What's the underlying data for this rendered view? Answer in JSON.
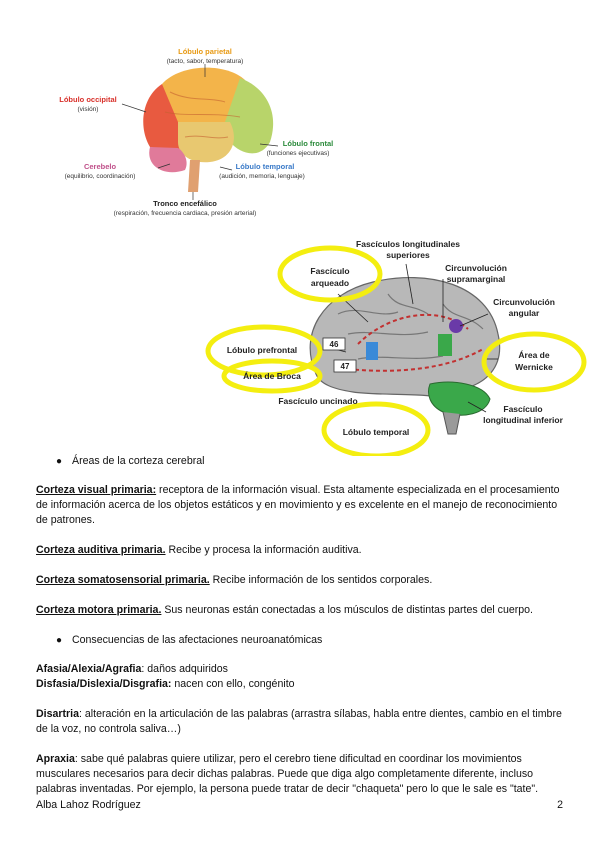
{
  "figure1": {
    "parietal": {
      "title": "Lóbulo parietal",
      "sub": "(tacto, sabor, temperatura)"
    },
    "occipital": {
      "title": "Lóbulo occipital",
      "sub": "(visión)"
    },
    "frontal": {
      "title": "Lóbulo frontal",
      "sub": "(funciones ejecutivas)"
    },
    "cerebelo": {
      "title": "Cerebelo",
      "sub": "(equilibrio, coordinación)"
    },
    "temporal": {
      "title": "Lóbulo temporal",
      "sub": "(audición, memoria, lenguaje)"
    },
    "tronco": {
      "title": "Tronco encefálico",
      "sub": "(respiración, frecuencia cardiaca, presión arterial)"
    }
  },
  "figure2": {
    "fasciculos_top_1": "Fascículos longitudinales",
    "fasciculos_top_2": "superiores",
    "fasciculo_arqueado_1": "Fascículo",
    "fasciculo_arqueado_2": "arqueado",
    "circ_supra_1": "Circunvolución",
    "circ_supra_2": "supramarginal",
    "circ_angular_1": "Circunvolución",
    "circ_angular_2": "angular",
    "lobulo_prefrontal": "Lóbulo prefrontal",
    "area_46": "46",
    "area_47": "47",
    "area_broca": "Área de Broca",
    "area_wernicke_1": "Área de",
    "area_wernicke_2": "Wernicke",
    "fasciculo_uncinado": "Fascículo uncinado",
    "fasciculo_long_inf_1": "Fascículo",
    "fasciculo_long_inf_2": "longitudinal inferior",
    "lobulo_temporal": "Lóbulo temporal"
  },
  "bullets": {
    "b1": "Áreas de la corteza cerebral",
    "b2": "Consecuencias de las afectaciones neuroanatómicas"
  },
  "paragraphs": {
    "visual_term": "Corteza visual primaria:",
    "visual_text": " receptora de la información visual. Esta altamente especializada en el procesamiento de información acerca de los objetos estáticos y en movimiento y es excelente en el manejo de reconocimiento de patrones.",
    "auditiva_term": "Corteza auditiva primaria.",
    "auditiva_text": " Recibe y procesa la información auditiva.",
    "somato_term": "Corteza somatosensorial primaria.",
    "somato_text": " Recibe información de los sentidos corporales.",
    "motora_term": "Corteza motora primaria.",
    "motora_text": " Sus neuronas están conectadas a los músculos de distintas partes del cuerpo.",
    "afasia_term": "Afasia/Alexia/Agrafia",
    "afasia_text": ": daños adquiridos",
    "disfasia_term": "Disfasia/Dislexia/Disgrafia:",
    "disfasia_text": " nacen con ello, congénito",
    "disartria_term": "Disartria",
    "disartria_text": ": alteración en la articulación de las palabras (arrastra sílabas, habla entre dientes, cambio en el timbre de la voz, no controla saliva…)",
    "apraxia_term": "Apraxia",
    "apraxia_text": ": sabe qué palabras quiere utilizar, pero el cerebro tiene dificultad en coordinar los movimientos musculares necesarios para decir dichas palabras. Puede que diga algo completamente diferente, incluso palabras inventadas. Por ejemplo, la persona puede tratar de decir \"chaqueta\" pero lo que le sale es \"tate\"."
  },
  "footer": {
    "author": "Alba Lahoz Rodríguez",
    "page": "2"
  },
  "colors": {
    "parietal": "#f0a020",
    "occipital": "#e0302a",
    "frontal": "#2a8a3a",
    "cerebelo": "#c0508a",
    "temporal": "#3a7ac8",
    "highlight": "#f4ee10"
  }
}
